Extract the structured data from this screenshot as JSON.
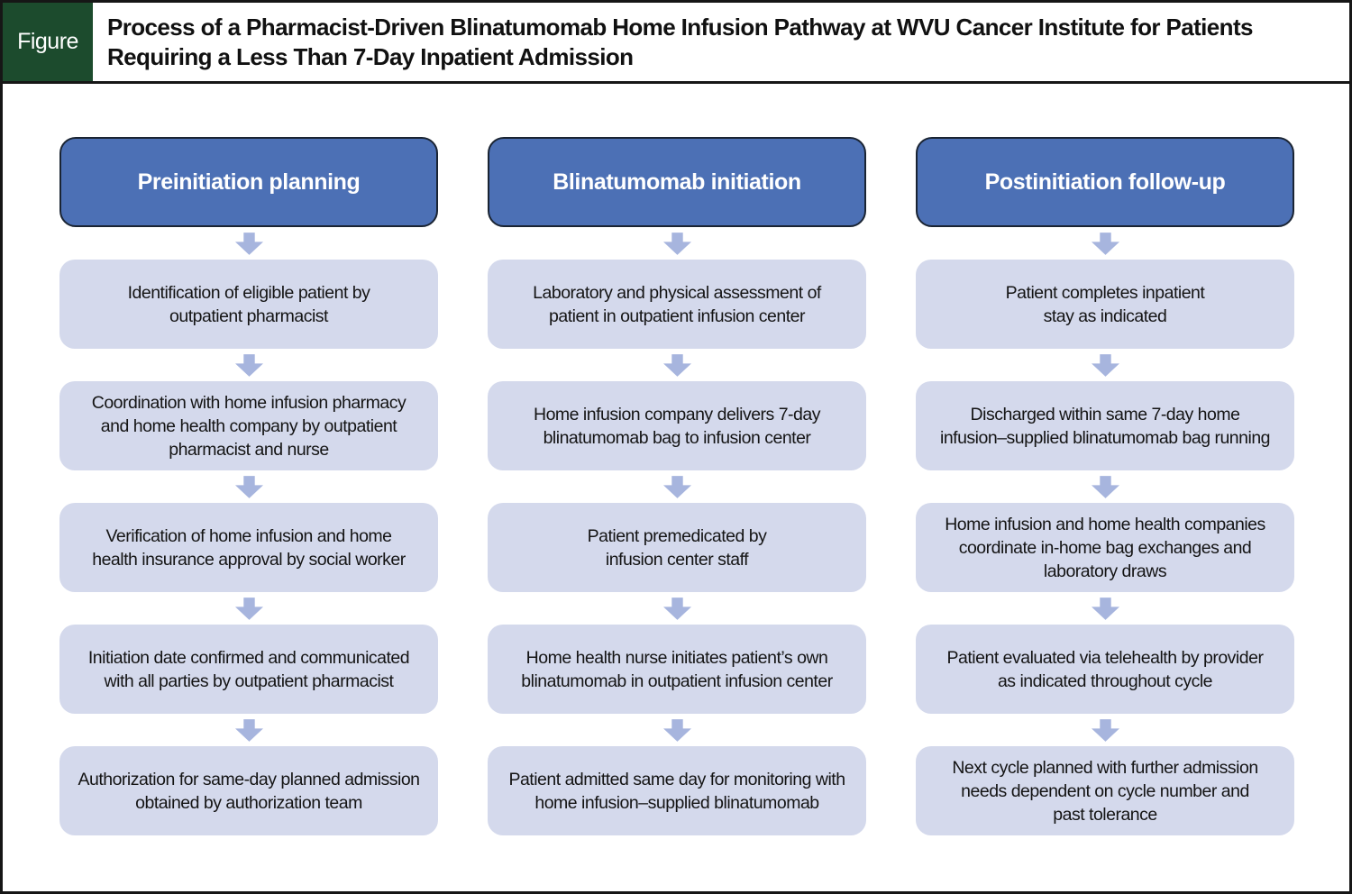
{
  "figure_label": "Figure",
  "title": "Process of a Pharmacist-Driven Blinatumomab Home Infusion Pathway at WVU Cancer Institute for Patients\nRequiring a Less Than 7-Day Inpatient Admission",
  "colors": {
    "figure_label_bg": "#1c4b2d",
    "header_fill": "#4c70b5",
    "header_border": "#1a2433",
    "step_fill": "#d4d9ec",
    "arrow": "#a7b5de",
    "frame_border": "#161616"
  },
  "columns": [
    {
      "header": "Preinitiation planning",
      "steps": [
        "Identification of eligible patient by\noutpatient pharmacist",
        "Coordination with home infusion pharmacy\nand home health company by outpatient\npharmacist and nurse",
        "Verification of home infusion and home\nhealth insurance approval by social worker",
        "Initiation date confirmed and communicated\nwith all parties by outpatient pharmacist",
        "Authorization for same-day planned admission\nobtained by authorization team"
      ]
    },
    {
      "header": "Blinatumomab initiation",
      "steps": [
        "Laboratory and physical assessment of\npatient in outpatient infusion center",
        "Home infusion company delivers 7-day\nblinatumomab bag to infusion center",
        "Patient premedicated by\ninfusion center staff",
        "Home health nurse initiates patient’s own\nblinatumomab in outpatient infusion center",
        "Patient admitted same day for monitoring with\nhome infusion–supplied blinatumomab"
      ]
    },
    {
      "header": "Postinitiation follow-up",
      "steps": [
        "Patient completes inpatient\nstay as indicated",
        "Discharged within same 7-day home\ninfusion–supplied blinatumomab bag running",
        "Home infusion and home health companies\ncoordinate in-home bag exchanges and\nlaboratory draws",
        "Patient evaluated via telehealth by provider\nas indicated throughout cycle",
        "Next cycle planned with further admission\nneeds dependent on cycle number and\npast tolerance"
      ]
    }
  ]
}
